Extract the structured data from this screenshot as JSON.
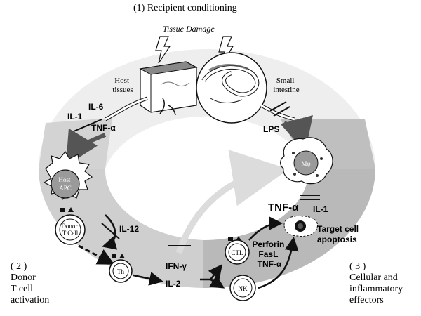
{
  "title": "(1)  Recipient conditioning",
  "tissue_damage": "Tissue Damage",
  "host_tissues": [
    "Host",
    "tissues"
  ],
  "small_intestine": [
    "Small",
    "intestine"
  ],
  "cytokines_top": {
    "il6": "IL-6",
    "il1": "IL-1",
    "tnfa": "TNF-α",
    "lps": "LPS"
  },
  "cells": {
    "host_apc": [
      "Host",
      "APC"
    ],
    "donor_tcell": [
      "Donor",
      "T Cell"
    ],
    "th": "Th",
    "ctl": "CTL",
    "nk": "NK",
    "macrophage": "Mφ"
  },
  "cytokines_bottom": {
    "il12": "IL-12",
    "ifng": "IFN-γ",
    "il2": "IL-2",
    "tnfa_right": "TNF-α",
    "il1_right": "IL-1",
    "perforin": "Perforin",
    "fasl": "FasL",
    "tnfa_effector": "TNF-α"
  },
  "target": [
    "Target cell",
    "apoptosis"
  ],
  "phase2": [
    "( 2 )",
    "Donor",
    "T cell",
    "activation"
  ],
  "phase3": [
    "( 3 )",
    "Cellular and",
    "inflammatory",
    "effectors"
  ]
}
